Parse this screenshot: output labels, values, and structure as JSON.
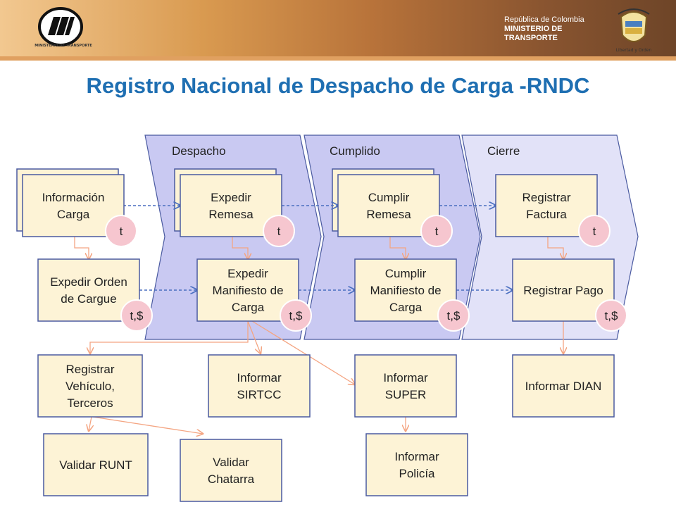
{
  "header": {
    "ministry_caption": "MINISTERIO DE TRANSPORTE",
    "republic_line1": "República de Colombia",
    "republic_line2": "MINISTERIO DE TRANSPORTE",
    "coat_caption": "Libertad y Orden"
  },
  "title": "Registro Nacional de Despacho de Carga -RNDC",
  "phases": [
    "Despacho",
    "Cumplido",
    "Cierre"
  ],
  "nodes": {
    "informacion_carga": [
      "Información",
      "Carga"
    ],
    "expedir_remesa": [
      "Expedir",
      "Remesa"
    ],
    "cumplir_remesa": [
      "Cumplir",
      "Remesa"
    ],
    "registrar_factura": [
      "Registrar",
      "Factura"
    ],
    "expedir_orden": [
      "Expedir Orden",
      "de Cargue"
    ],
    "expedir_manifiesto": [
      "Expedir",
      "Manifiesto de",
      "Carga"
    ],
    "cumplir_manifiesto": [
      "Cumplir",
      "Manifiesto de",
      "Carga"
    ],
    "registrar_pago": [
      "Registrar Pago"
    ],
    "registrar_vehiculo": [
      "Registrar",
      "Vehículo,",
      "Terceros"
    ],
    "informar_sirtcc": [
      "Informar",
      "SIRTCC"
    ],
    "informar_super": [
      "Informar",
      "SUPER"
    ],
    "informar_dian": [
      "Informar DIAN"
    ],
    "validar_runt": [
      "Validar RUNT"
    ],
    "validar_chatarra": [
      "Validar",
      "Chatarra"
    ],
    "informar_policia": [
      "Informar",
      "Policía"
    ]
  },
  "badges": {
    "t": "t",
    "tm": "t,$"
  },
  "colors": {
    "title": "#1f6fb2",
    "box_fill": "#fdf3d6",
    "box_stroke": "#4a5aa0",
    "badge_fill": "#f6c6cf",
    "phase_fill_dark": "#c9c9f2",
    "phase_fill_light": "#e2e2f8",
    "dashed_arrow": "#4a6fc0",
    "orange_arrow": "#f4a582"
  }
}
